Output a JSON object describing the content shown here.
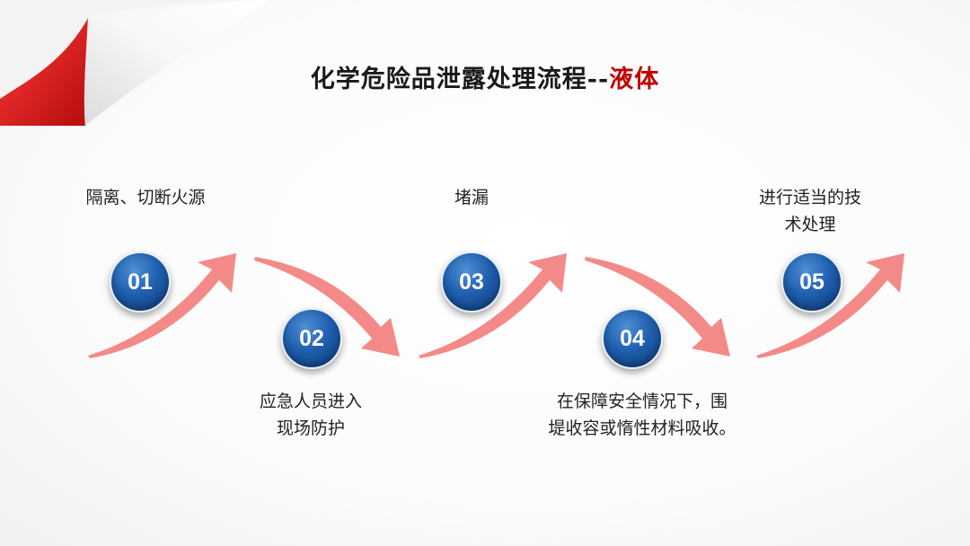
{
  "title": {
    "main": "化学危险品泄露处理流程--",
    "accent": "液体"
  },
  "steps": [
    {
      "num": "01",
      "label_line1": "隔离、切断火源",
      "label_line2": ""
    },
    {
      "num": "02",
      "label_line1": "应急人员进入",
      "label_line2": "现场防护"
    },
    {
      "num": "03",
      "label_line1": "堵漏",
      "label_line2": ""
    },
    {
      "num": "04",
      "label_line1": "在保障安全情况下，围",
      "label_line2": "堤收容或惰性材料吸收。"
    },
    {
      "num": "05",
      "label_line1": "进行适当的技",
      "label_line2": "术处理"
    }
  ],
  "colors": {
    "arrow": "#f48a87",
    "badge": "#1f5fae",
    "accent": "#c00000",
    "corner_red": "#d91c1c"
  }
}
